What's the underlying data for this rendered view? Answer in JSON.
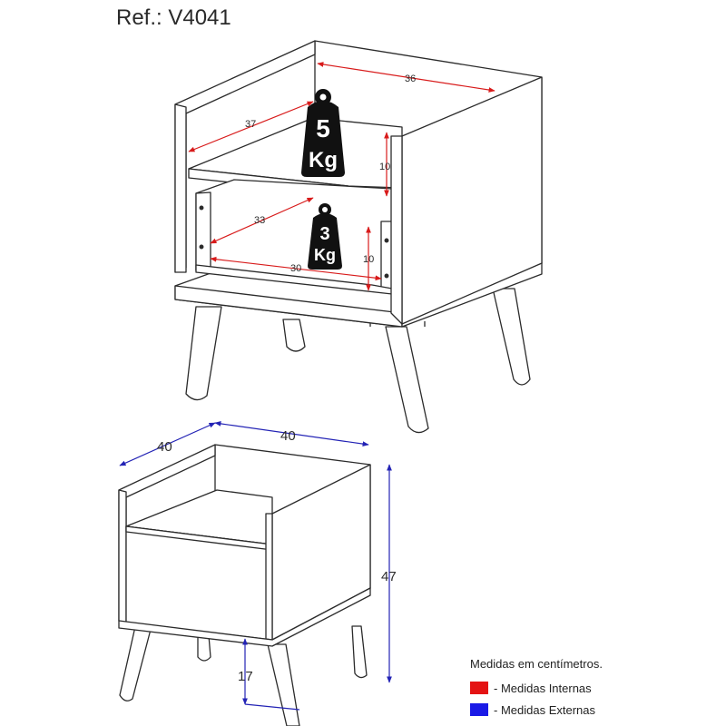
{
  "title": "Ref.: V4041",
  "weights": {
    "upper": {
      "value": "5",
      "unit": "Kg"
    },
    "lower": {
      "value": "3",
      "unit": "Kg"
    }
  },
  "dimensions": {
    "internal": {
      "top_width": "36",
      "top_depth": "37",
      "top_height": "10",
      "drawer_depth": "33",
      "drawer_width": "30",
      "drawer_height": "10"
    },
    "external": {
      "depth": "40",
      "width": "40",
      "height": "47",
      "leg_height": "17"
    }
  },
  "legend": {
    "heading": "Medidas em centímetros.",
    "items": [
      {
        "color": "#e41313",
        "label": "- Medidas Internas"
      },
      {
        "color": "#1a1ae6",
        "label": "- Medidas Externas"
      }
    ]
  },
  "colors": {
    "internal": "#d81b1b",
    "external": "#2323b5",
    "line": "#2b2b2b"
  }
}
